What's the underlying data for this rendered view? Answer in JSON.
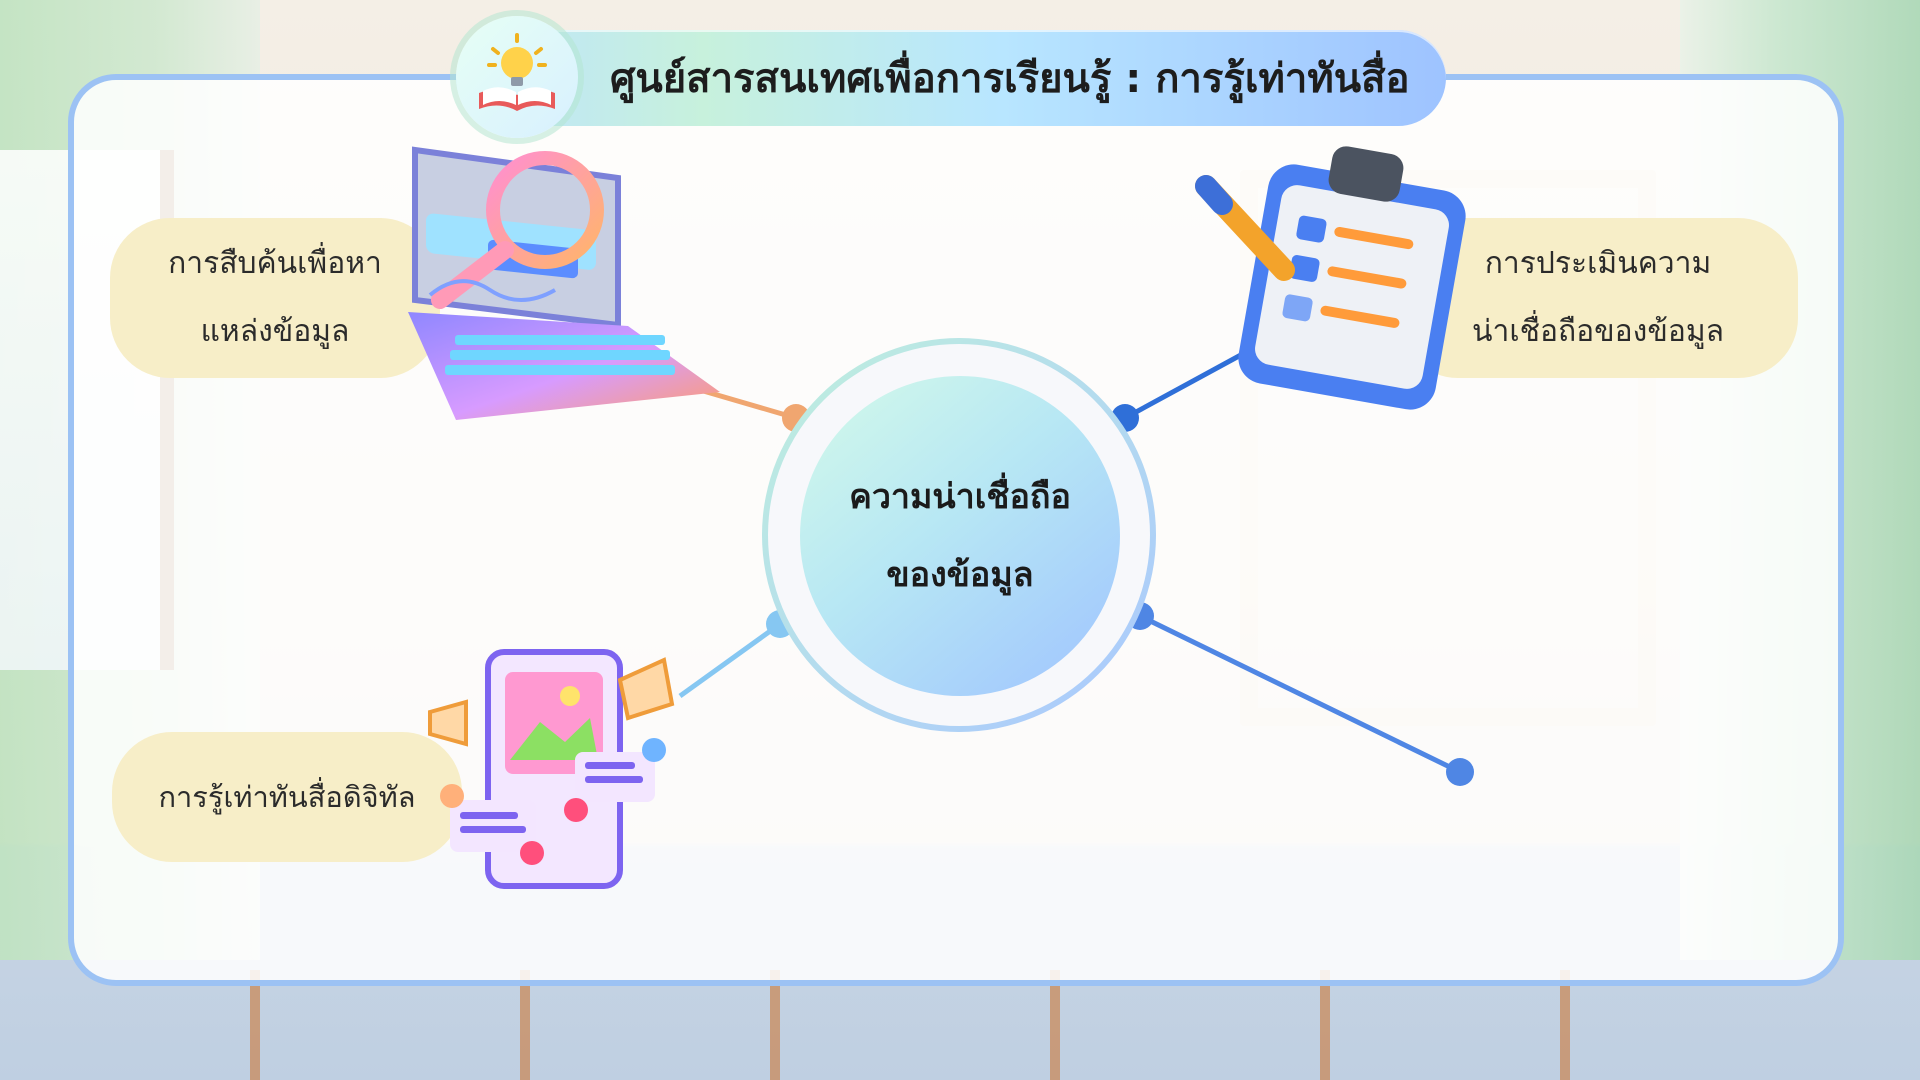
{
  "header": {
    "title": "ศูนย์สารสนเทศเพื่อการเรียนรู้ : การรู้เท่าทันสื่อ",
    "icon": "lightbulb-book-icon"
  },
  "center": {
    "line1": "ความน่าเชื่อถือ",
    "line2": "ของข้อมูล"
  },
  "nodes": {
    "search": {
      "line1": "การสืบค้นเพื่อหา",
      "line2": "แหล่งข้อมูล",
      "icon": "laptop-search-icon"
    },
    "evaluate": {
      "line1": "การประเมินความ",
      "line2": "น่าเชื่อถือของข้อมูล",
      "icon": "clipboard-checklist-icon"
    },
    "digital": {
      "line1": "การรู้เท่าทันสื่อดิจิทัล",
      "icon": "smartphone-social-media-icon"
    }
  },
  "colors": {
    "panel_border": "#9cc2f4",
    "pill_fill": "#f7eec8",
    "connector_orange": "#f0a670",
    "connector_blue": "#2f6fd8",
    "connector_light_blue": "#86c7f2"
  }
}
